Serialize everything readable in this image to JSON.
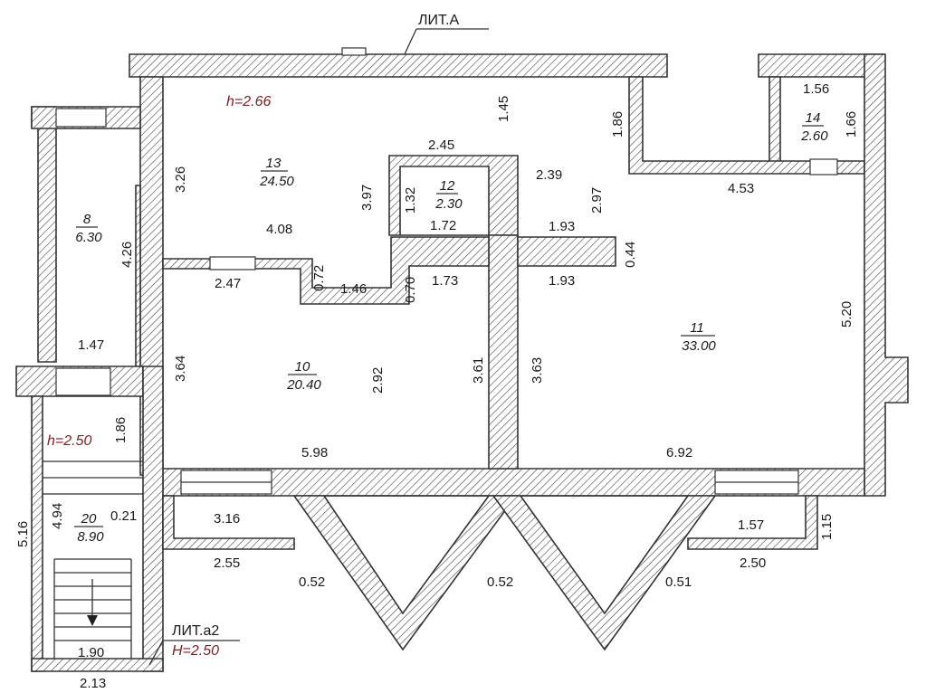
{
  "labels": {
    "lit_a": "ЛИТ.А",
    "lit_a2": "ЛИТ.а2",
    "h_main": "h=2.66",
    "h_stair": "h=2.50",
    "H_a2": "H=2.50"
  },
  "rooms": [
    {
      "num": "13",
      "area": "24.50"
    },
    {
      "num": "12",
      "area": "2.30"
    },
    {
      "num": "14",
      "area": "2.60"
    },
    {
      "num": "8",
      "area": "6.30"
    },
    {
      "num": "10",
      "area": "20.40"
    },
    {
      "num": "11",
      "area": "33.00"
    },
    {
      "num": "20",
      "area": "8.90"
    }
  ],
  "dimensions": [
    "1.45",
    "1.86",
    "1.56",
    "1.66",
    "3.26",
    "3.97",
    "2.45",
    "1.32",
    "1.72",
    "2.39",
    "2.97",
    "4.53",
    "1.93",
    "0.44",
    "4.26",
    "4.08",
    "2.47",
    "0.72",
    "1.46",
    "0.70",
    "1.73",
    "1.93",
    "5.20",
    "1.47",
    "3.64",
    "2.92",
    "3.61",
    "3.63",
    "1.86",
    "5.98",
    "6.92",
    "5.16",
    "4.94",
    "0.21",
    "3.16",
    "1.57",
    "1.15",
    "2.55",
    "2.50",
    "0.52",
    "0.52",
    "0.51",
    "1.90",
    "2.13"
  ],
  "colors": {
    "wall_stroke": "#333333",
    "red_text": "#7a2226"
  },
  "icons": [
    "arrow-down-icon"
  ]
}
